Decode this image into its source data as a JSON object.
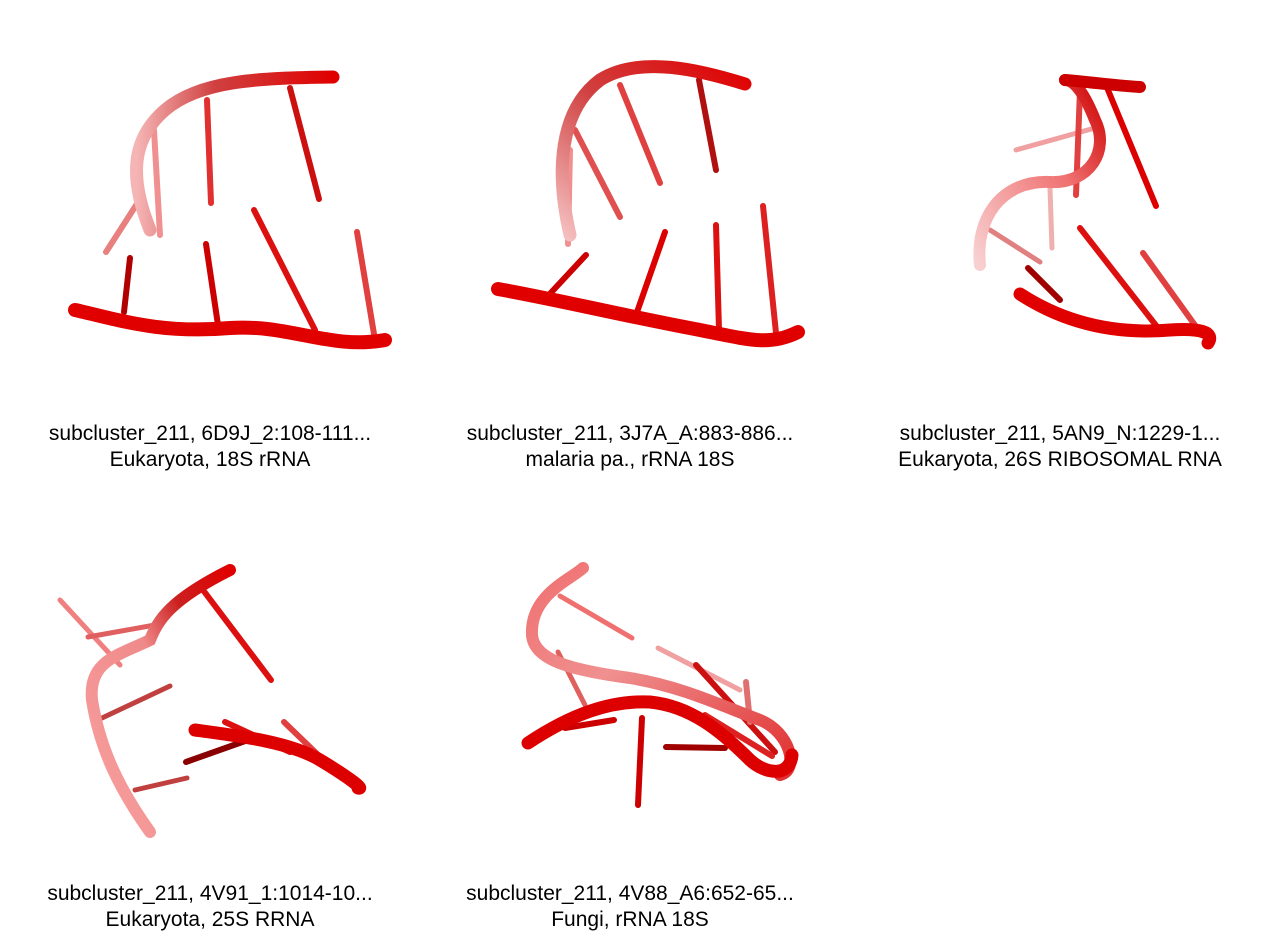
{
  "colors": {
    "strand": "#e60000",
    "strand_dark": "#a30000",
    "strand_light": "#f08080",
    "background": "#ffffff",
    "text": "#000000"
  },
  "panels": [
    {
      "title": "subcluster_211, 6D9J_2:108-111...",
      "subtitle": "Eukaryota, 18S rRNA"
    },
    {
      "title": "subcluster_211, 3J7A_A:883-886...",
      "subtitle": "malaria pa., rRNA 18S"
    },
    {
      "title": "subcluster_211, 5AN9_N:1229-1...",
      "subtitle": "Eukaryota, 26S RIBOSOMAL RNA"
    },
    {
      "title": "subcluster_211, 4V91_1:1014-10...",
      "subtitle": "Eukaryota, 25S RRNA"
    },
    {
      "title": "subcluster_211, 4V88_A6:652-65...",
      "subtitle": "Fungi, rRNA 18S"
    }
  ]
}
